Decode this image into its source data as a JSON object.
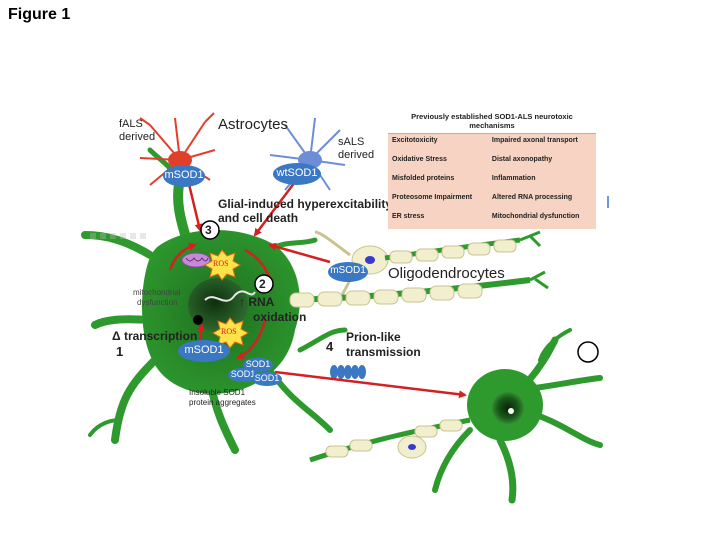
{
  "figure_title": "Figure 1",
  "labels": {
    "astrocytes": "Astrocytes",
    "fals": "fALS",
    "fals_derived": "derived",
    "sals": "sALS",
    "sals_derived": "derived",
    "msod1": "mSOD1",
    "wtsod1": "wtSOD1",
    "glial_line1": "Glial-induced hyperexcitability",
    "glial_line2": "and cell death",
    "num3": "3",
    "num2": "2",
    "num1": "1",
    "num4": "4",
    "ros": "ROS",
    "rna_line1": "↑ RNA",
    "rna_line2": "oxidation",
    "mito_line1": "mitochondrial",
    "mito_line2": "dysfunction",
    "delta_transcription": "Δ transcription",
    "oligodendrocytes": "Oligodendrocytes",
    "prion_line1": "Prion-like",
    "prion_line2": "transmission",
    "sod1": "SOD1",
    "insoluble_line1": "Insoluble SOD1",
    "insoluble_line2": "protein aggregates"
  },
  "mechanisms_table": {
    "header": "Previously established SOD1-ALS neurotoxic mechanisms",
    "rows": [
      [
        "Excitotoxicity",
        "Impaired axonal transport"
      ],
      [
        "Oxidative Stress",
        "Distal axonopathy"
      ],
      [
        "Misfolded proteins",
        "Inflammation"
      ],
      [
        "Proteosome Impairment",
        "Altered RNA processing"
      ],
      [
        "ER stress",
        "Mitochondrial dysfunction"
      ]
    ]
  },
  "colors": {
    "neuron_green": "#2e9a2e",
    "arrow_red": "#d42020",
    "sod1_blue": "#3a78c4",
    "astro_red": "#e0402a",
    "astro_blue": "#6d8ed6",
    "table_fill": "#f6d3c2",
    "myelin": "#f2efcf"
  }
}
